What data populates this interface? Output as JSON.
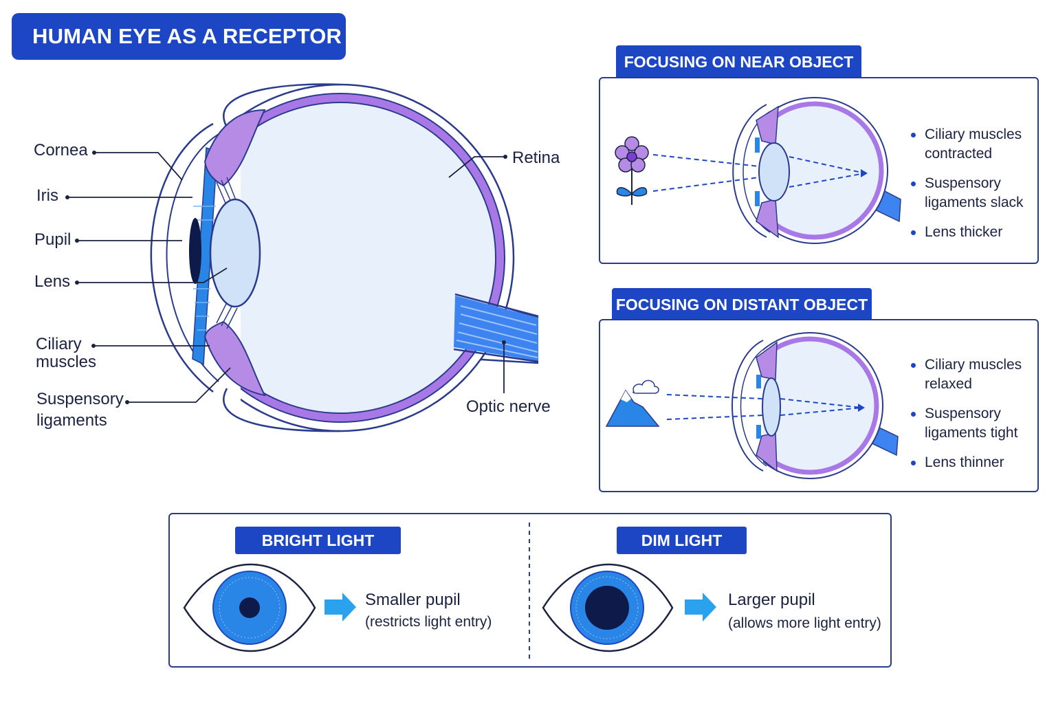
{
  "title": "HUMAN EYE AS A RECEPTOR",
  "main_diagram": {
    "labels": {
      "cornea": "Cornea",
      "iris": "Iris",
      "pupil": "Pupil",
      "lens": "Lens",
      "ciliary_line1": "Ciliary",
      "ciliary_line2": "muscles",
      "suspensory_line1": "Suspensory",
      "suspensory_line2": "ligaments",
      "retina": "Retina",
      "optic_nerve": "Optic nerve"
    }
  },
  "near_panel": {
    "heading": "FOCUSING ON NEAR OBJECT",
    "bullets": [
      {
        "line1": "Ciliary muscles",
        "line2": "contracted"
      },
      {
        "line1": "Suspensory",
        "line2": "ligaments slack"
      },
      {
        "line1": "Lens thicker",
        "line2": ""
      }
    ]
  },
  "distant_panel": {
    "heading": "FOCUSING ON DISTANT OBJECT",
    "bullets": [
      {
        "line1": "Ciliary muscles",
        "line2": "relaxed"
      },
      {
        "line1": "Suspensory",
        "line2": "ligaments tight"
      },
      {
        "line1": "Lens thinner",
        "line2": ""
      }
    ]
  },
  "light_panel": {
    "bright": {
      "heading": "BRIGHT LIGHT",
      "main": "Smaller pupil",
      "sub": "(restricts light entry)"
    },
    "dim": {
      "heading": "DIM LIGHT",
      "main": "Larger pupil",
      "sub": "(allows more light entry)"
    }
  },
  "colors": {
    "accent_blue": "#1c46c4",
    "muscle_purple": "#b58be6",
    "retina_purple": "#9d6fe0",
    "eye_fill": "#e6effb",
    "iris_blue": "#2a86e6"
  }
}
